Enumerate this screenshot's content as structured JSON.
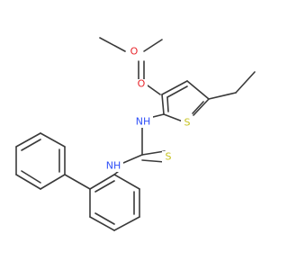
{
  "molecule": {
    "atoms": {
      "methyl_O": {
        "symbol": "O",
        "color": "#e8252b"
      },
      "carbonyl_O": {
        "symbol": "O",
        "color": "#e8252b"
      },
      "ring_S": {
        "symbol": "S",
        "color": "#c6c21f"
      },
      "thio_S": {
        "symbol": "S",
        "color": "#c6c21f"
      },
      "NH_upper": {
        "symbol": "NH",
        "color": "#3050f8"
      },
      "NH_lower": {
        "symbol": "NH",
        "color": "#3050f8"
      }
    },
    "bond_color": "#3a3a3a"
  }
}
